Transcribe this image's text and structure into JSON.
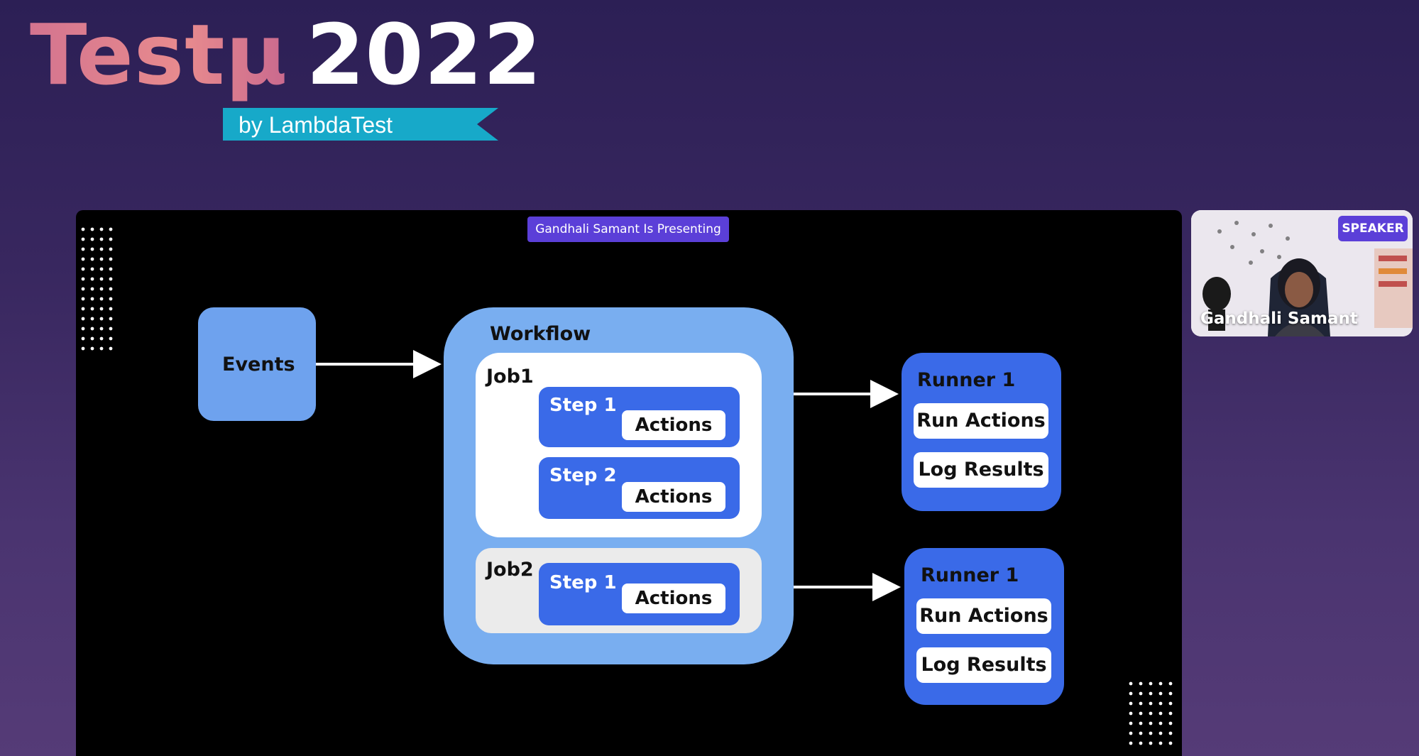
{
  "branding": {
    "title": "Testμ",
    "year": "2022",
    "byline": "by LambdaTest",
    "colors": {
      "title_pink": "#e07a8e",
      "ribbon": "#17a9c9"
    }
  },
  "stage": {
    "presenting_label": "Gandhali Samant Is Presenting",
    "diagram": {
      "events_label": "Events",
      "workflow_label": "Workflow",
      "jobs": [
        {
          "label": "Job1",
          "steps": [
            {
              "label": "Step 1",
              "action": "Actions"
            },
            {
              "label": "Step 2",
              "action": "Actions"
            }
          ]
        },
        {
          "label": "Job2",
          "steps": [
            {
              "label": "Step 1",
              "action": "Actions"
            }
          ]
        }
      ],
      "runners": [
        {
          "label": "Runner 1",
          "items": [
            "Run Actions",
            "Log Results"
          ]
        },
        {
          "label": "Runner 1",
          "items": [
            "Run Actions",
            "Log Results"
          ]
        }
      ],
      "colors": {
        "events": "#6ea2ee",
        "workflow": "#79aef0",
        "step": "#3a6ae8",
        "runner": "#3a6ae8"
      }
    }
  },
  "speaker": {
    "badge": "SPEAKER",
    "name": "Gandhali Samant",
    "badge_color": "#5b3fd8"
  }
}
